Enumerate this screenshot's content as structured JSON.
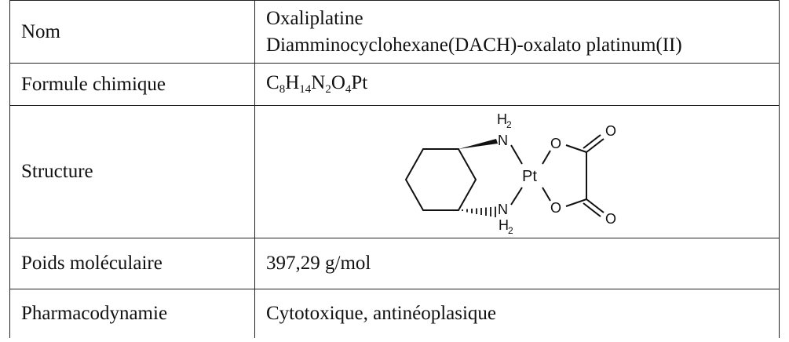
{
  "table": {
    "rows": [
      {
        "label": "Nom",
        "value_lines": [
          "Oxaliplatine",
          "Diamminocyclohexane(DACH)-oxalato platinum(II)"
        ]
      },
      {
        "label": "Formule chimique",
        "formula": [
          {
            "el": "C",
            "n": "8"
          },
          {
            "el": "H",
            "n": "14"
          },
          {
            "el": "N",
            "n": "2"
          },
          {
            "el": "O",
            "n": "4"
          },
          {
            "el": "Pt",
            "n": ""
          }
        ]
      },
      {
        "label": "Structure",
        "structure": {
          "atoms": {
            "nh2_top": "H",
            "nh2_top_sub": "2",
            "n_top": "N",
            "pt": "Pt",
            "o_top": "O",
            "o_top_carbonyl": "O",
            "n_bottom": "N",
            "nh2_bottom": "H",
            "nh2_bottom_sub": "2",
            "o_bottom": "O",
            "o_bottom_carbonyl": "O"
          }
        }
      },
      {
        "label": "Poids moléculaire",
        "value": "397,29 g/mol"
      },
      {
        "label": "Pharmacodynamie",
        "value": "Cytotoxique, antinéoplasique"
      }
    ]
  }
}
